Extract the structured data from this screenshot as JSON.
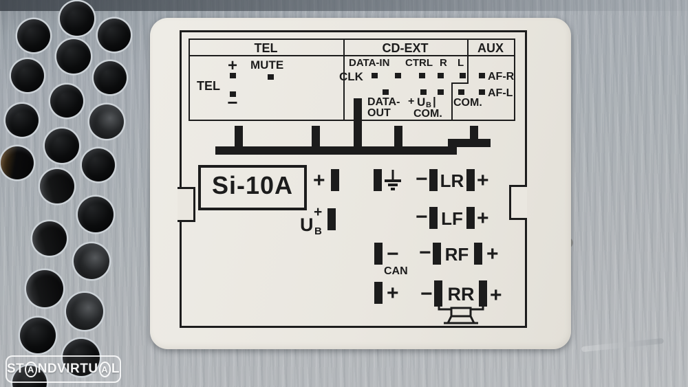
{
  "watermark": {
    "part1": "ST",
    "a1": "A",
    "part2": "NDVIRTU",
    "a2": "A",
    "part3": "L"
  },
  "colors": {
    "ink": "#1c1c1c",
    "label_bg": "#eae7e0",
    "metal": "#a9afb4"
  },
  "table": {
    "header_tel": "TEL",
    "header_cdext": "CD-EXT",
    "header_aux": "AUX"
  },
  "tel": {
    "plus": "+",
    "mute": "MUTE",
    "name": "TEL",
    "minus": "−"
  },
  "cdext": {
    "data_in": "DATA-IN",
    "ctrl": "CTRL",
    "r": "R",
    "l": "L",
    "clk": "CLK",
    "data_out_1": "DATA-",
    "data_out_2": "OUT",
    "ub_plus": "+",
    "ub_u": "U",
    "ub_b": "B",
    "ub_bar": "|",
    "com": "COM."
  },
  "aux": {
    "af_r": "AF-R",
    "af_l": "AF-L",
    "com": "COM."
  },
  "fuse": {
    "label": "Si-10A"
  },
  "power": {
    "batt_plus": "+",
    "ub_plus": "+",
    "ub_u": "U",
    "ub_b": "B"
  },
  "can": {
    "label": "CAN",
    "minus": "−",
    "plus": "+"
  },
  "speakers": {
    "lr": {
      "minus": "−",
      "name": "LR",
      "plus": "+"
    },
    "lf": {
      "minus": "−",
      "name": "LF",
      "plus": "+"
    },
    "rf": {
      "minus": "−",
      "name": "RF",
      "plus": "+"
    },
    "rr": {
      "minus": "−",
      "name": "RR",
      "plus": "+"
    }
  }
}
